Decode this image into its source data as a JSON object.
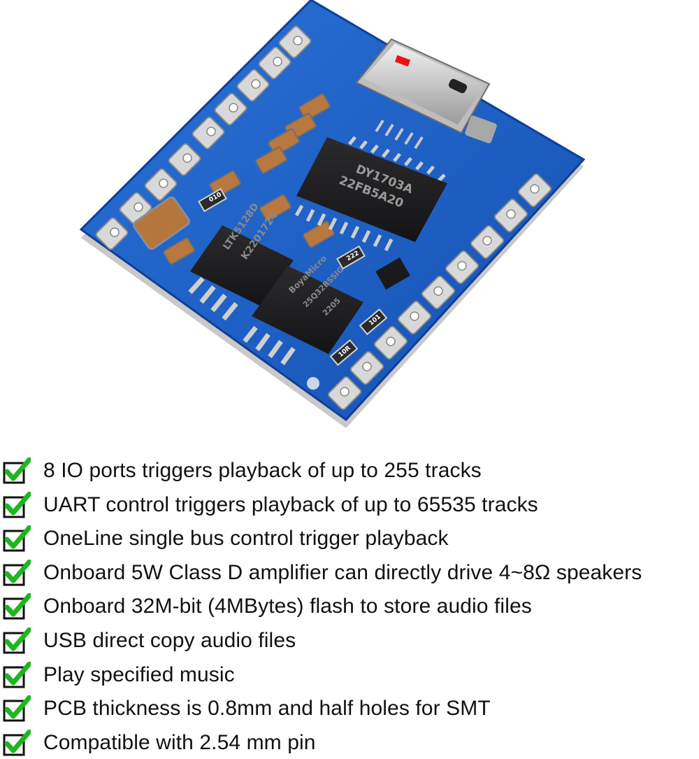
{
  "colors": {
    "pcb_blue": "#1b5fc4",
    "pcb_edge": "#0d3f94",
    "pad_silver": "#d8d8d8",
    "chip_black": "#1d1d1f",
    "check_green": "#1fb51f",
    "text": "#111111"
  },
  "board": {
    "main_chip_marking_1": "DY1703A",
    "main_chip_marking_2": "22FB5A20",
    "amp_chip_marking_1": "LTK5128D",
    "amp_chip_marking_2": "K2201724",
    "flash_chip_marking_1": "BoyaMicro",
    "flash_chip_marking_2": "25Q32BSSIG",
    "flash_chip_marking_3": "2205",
    "resistor_label_1": "010",
    "resistor_label_2": "222",
    "resistor_label_3": "101",
    "resistor_label_4": "10R",
    "connector_icon": "micro-usb-connector-icon"
  },
  "features": [
    {
      "icon": "checkmark-icon",
      "text": "8 IO ports triggers playback of up to 255 tracks"
    },
    {
      "icon": "checkmark-icon",
      "text": "UART control triggers playback of up to 65535 tracks"
    },
    {
      "icon": "checkmark-icon",
      "text": "OneLine single bus control trigger playback"
    },
    {
      "icon": "checkmark-icon",
      "text": "Onboard 5W Class D amplifier can directly drive 4~8Ω speakers"
    },
    {
      "icon": "checkmark-icon",
      "text": "Onboard 32M-bit (4MBytes) flash to store audio files"
    },
    {
      "icon": "checkmark-icon",
      "text": "USB direct copy audio files"
    },
    {
      "icon": "checkmark-icon",
      "text": "Play specified music"
    },
    {
      "icon": "checkmark-icon",
      "text": "PCB thickness is 0.8mm and half holes for SMT"
    },
    {
      "icon": "checkmark-icon",
      "text": "Compatible with 2.54 mm pin"
    }
  ]
}
